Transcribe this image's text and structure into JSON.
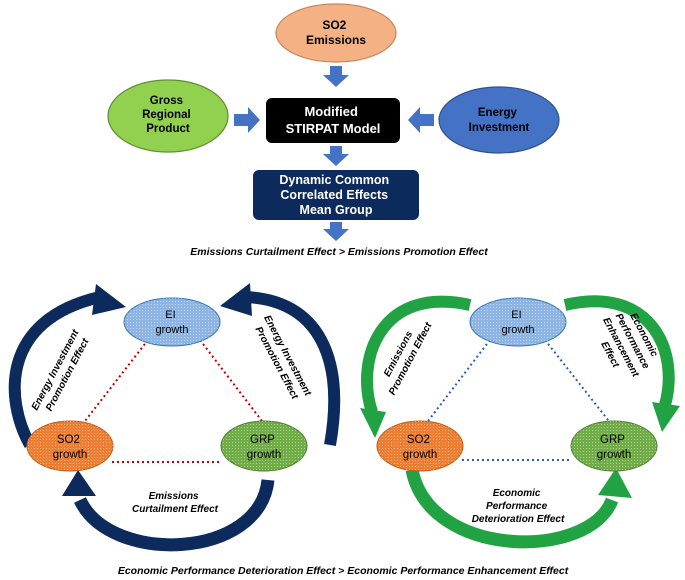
{
  "top_flow": {
    "so2_emissions": [
      "SO2",
      "Emissions"
    ],
    "gross_regional_product": [
      "Gross",
      "Regional",
      "Product"
    ],
    "energy_investment": [
      "Energy",
      "Investment"
    ],
    "stirpat_model": [
      "Modified",
      "STIRPAT Model"
    ],
    "dccemg": [
      "Dynamic Common",
      "Correlated Effects",
      "Mean Group"
    ],
    "result": "Emissions Curtailment Effect  >  Emissions Promotion Effect"
  },
  "left_triangle": {
    "ei_node": [
      "EI",
      "growth"
    ],
    "so2_node": [
      "SO2",
      "growth"
    ],
    "grp_node": [
      "GRP",
      "growth"
    ],
    "arc_left_label": [
      "Energy Investment",
      "Promotion Effect"
    ],
    "arc_right_label": [
      "Energy Investment",
      "Promotion Effect"
    ],
    "arc_bottom_label": [
      "Emissions",
      "Curtailment Effect"
    ]
  },
  "right_triangle": {
    "ei_node": [
      "EI",
      "growth"
    ],
    "so2_node": [
      "SO2",
      "growth"
    ],
    "grp_node": [
      "GRP",
      "growth"
    ],
    "arc_left_label": [
      "Emissions",
      "Promotion Effect"
    ],
    "arc_right_label": [
      "Economic",
      "Performance",
      "Enhancement",
      "Effect"
    ],
    "arc_bottom_label": [
      "Economic",
      "Performance",
      "Deterioration Effect"
    ]
  },
  "bottom_result": "Economic Performance Deterioration Effect  >  Economic Performance Enhancement Effect",
  "colors": {
    "so2_emissions_fill": "#F4B183",
    "grp_fill": "#92D050",
    "energy_investment_fill": "#4472C4",
    "model_fill": "#000000",
    "dccemg_fill": "#0D2A5C",
    "flow_arrow": "#4472C4",
    "node_blue": "#8DB4E2",
    "node_orange": "#ED7D31",
    "node_green": "#70AD47",
    "left_arc": "#0D2A5C",
    "left_dots": "#C00000",
    "right_arc": "#21A344",
    "right_dots": "#2E5FAF"
  }
}
